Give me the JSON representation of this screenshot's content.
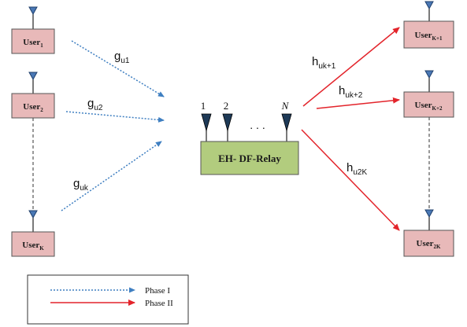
{
  "users_left": [
    {
      "base": "User",
      "sub": "1"
    },
    {
      "base": "User",
      "sub": "2"
    },
    {
      "base": "User",
      "sub": "K"
    }
  ],
  "users_right": [
    {
      "base": "User",
      "sub": "K+1"
    },
    {
      "base": "User",
      "sub": "K+2"
    },
    {
      "base": "User",
      "sub": "2K"
    }
  ],
  "channels_in": [
    {
      "base": "g",
      "sub": "u1"
    },
    {
      "base": "g",
      "sub": "u2"
    },
    {
      "base": "g",
      "sub": "uk"
    }
  ],
  "channels_out": [
    {
      "base": "h",
      "sub": "uk+1"
    },
    {
      "base": "h",
      "sub": "uk+2"
    },
    {
      "base": "h",
      "sub": "u2K"
    }
  ],
  "relay": {
    "label": "EH- DF-Relay",
    "antenna_labels": [
      "1",
      "2",
      "N"
    ],
    "dots": ". . ."
  },
  "legend": {
    "phase1": "Phase I",
    "phase2": "Phase II"
  },
  "colors": {
    "phase1": "#3f7fc1",
    "phase2": "#e3242b",
    "user_box": "#e8b9b9",
    "relay_box": "#b2cc7e"
  }
}
